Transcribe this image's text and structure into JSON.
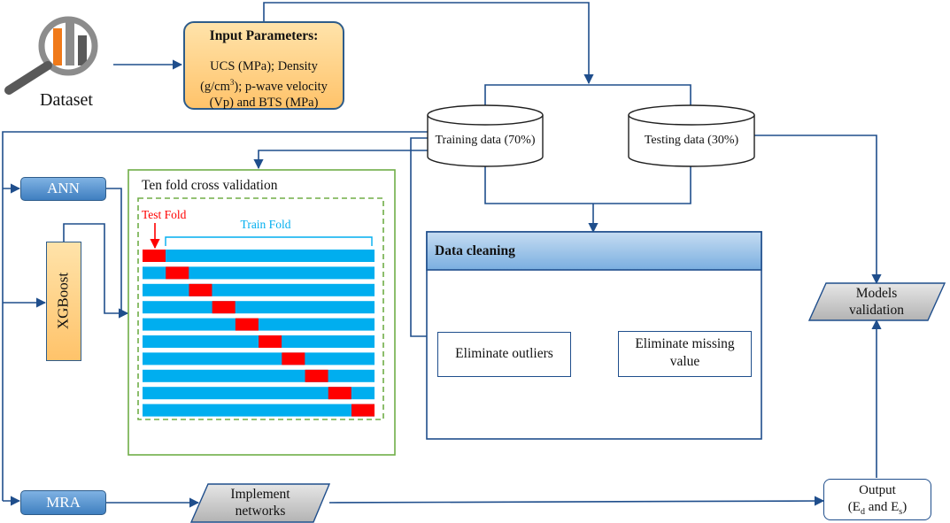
{
  "colors": {
    "line": "#1f4e8c",
    "model_fill": "#5b9bd5",
    "model_border": "#2e5c8a",
    "input_fill": "#ffd48a",
    "input_border": "#2e5c8a",
    "fold_train": "#00aeef",
    "fold_test": "#ff0000",
    "cv_border": "#70ad47",
    "gray_fill": "#c9c9c9",
    "header_fill": "#9dc3e6",
    "icon_orange": "#f07a1a",
    "icon_gray": "#595959"
  },
  "dataset": {
    "label": "Dataset",
    "icon": "magnifier-bar-chart-icon"
  },
  "input_parameters": {
    "title": "Input Parameters:",
    "line1": "UCS (MPa); Density",
    "line2_pre": "(g/cm",
    "line2_sup": "3",
    "line2_post": "); p-wave velocity",
    "line3": "(Vp) and BTS (MPa)"
  },
  "training_data": {
    "label": "Training data (70%)"
  },
  "testing_data": {
    "label": "Testing data (30%)"
  },
  "models": {
    "ann": "ANN",
    "xgboost": "XGBoost",
    "mra": "MRA"
  },
  "cross_validation": {
    "title": "Ten fold cross validation",
    "test_fold_label": "Test Fold",
    "train_fold_label": "Train Fold",
    "fold_count": 10
  },
  "data_cleaning": {
    "title": "Data cleaning",
    "step1": "Eliminate outliers",
    "step2_line1": "Eliminate missing",
    "step2_line2": "value"
  },
  "models_validation": {
    "line1": "Models",
    "line2": "validation"
  },
  "implement_networks": {
    "line1": "Implement",
    "line2": "networks"
  },
  "output": {
    "title": "Output",
    "open": "(E",
    "sub1": "d",
    "mid": " and E",
    "sub2": "s",
    "close": ")"
  }
}
